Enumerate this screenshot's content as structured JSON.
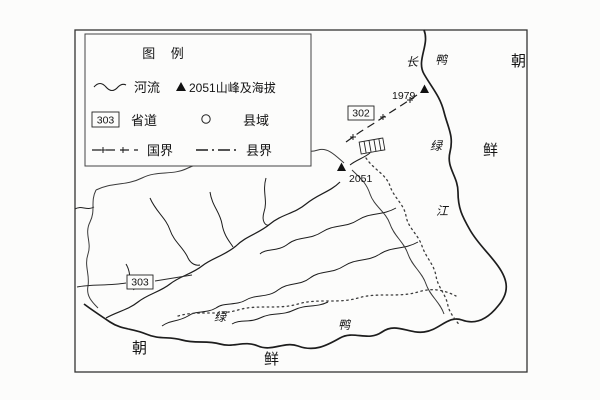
{
  "figure": {
    "type": "scanned-basin-map",
    "ink_color": "#222222",
    "paper_color": "#fcfcfb"
  },
  "legend": {
    "title": "图 例",
    "river_label": "河流",
    "peak_label": "2051山峰及海拔",
    "road_number": "303",
    "road_label": "省道",
    "county_seat_label": "县域",
    "national_border_label": "国界",
    "county_border_label": "县界"
  },
  "map": {
    "peaks": [
      {
        "label": "2051"
      },
      {
        "label": "1979"
      }
    ],
    "roads": [
      {
        "number": "302"
      },
      {
        "number": "303"
      }
    ],
    "labels": {
      "korea_top_1": "朝",
      "korea_top_2": "鲜",
      "korea_bottom_1": "朝",
      "korea_bottom_2": "鲜",
      "river_top_left": "长",
      "river_top": "鸭",
      "river_mid": "绿",
      "river_low": "江",
      "river_bottom_west": "绿",
      "river_bottom_east": "鸭"
    }
  }
}
